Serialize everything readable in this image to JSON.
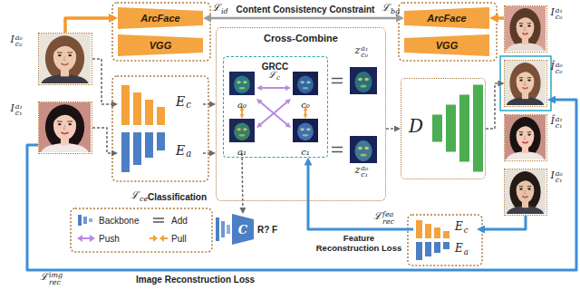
{
  "diagram": {
    "nodes": [
      {
        "text": [
          "I",
          "a₀",
          "c₀"
        ]
      },
      {
        "text": [
          "I",
          "a₁",
          "c₁"
        ]
      },
      {
        "text": [
          "ArcFace"
        ]
      },
      {
        "text": [
          "VGG"
        ]
      },
      {
        "text": [
          "E",
          "c"
        ]
      },
      {
        "text": [
          "E",
          "a"
        ]
      },
      {
        "text": [
          "Cross-Combine"
        ]
      },
      {
        "text": [
          "GRCC"
        ],
        "in": 6
      },
      {
        "text": [
          "a₀"
        ],
        "in": 7
      },
      {
        "text": [
          "c₀"
        ],
        "in": 7
      },
      {
        "text": [
          "a₁"
        ],
        "in": 7
      },
      {
        "text": [
          "c₁"
        ],
        "in": 7
      },
      {
        "text": [
          "z",
          "a₁",
          "c₀"
        ],
        "in": 6
      },
      {
        "text": [
          "z",
          "a₀",
          "c₁"
        ],
        "in": 6
      },
      {
        "text": [
          "D"
        ]
      },
      {
        "text": [
          "ArcFace"
        ]
      },
      {
        "text": [
          "VGG"
        ]
      },
      {
        "text": [
          "I",
          "a₁",
          "c₀"
        ]
      },
      {
        "text": [
          "Î",
          "a₀",
          "c₀"
        ]
      },
      {
        "text": [
          "Î",
          "a₁",
          "c₁"
        ]
      },
      {
        "text": [
          "I",
          "a₀",
          "c₁"
        ]
      },
      {
        "text": [
          "C"
        ]
      },
      {
        "text": [
          "E",
          "c"
        ]
      },
      {
        "text": [
          "E",
          "a"
        ]
      }
    ],
    "edges": [
      {
        "from": 0,
        "to": 2,
        "arrow": "to"
      },
      {
        "from": 17,
        "to": 15,
        "arrow": "to"
      },
      {
        "from": 2,
        "to": 15,
        "arrow": "both"
      },
      {
        "from": 0,
        "to": 4,
        "arrow": "to"
      },
      {
        "from": 1,
        "to": 5,
        "arrow": "to"
      },
      {
        "from": 4,
        "to": 6,
        "arrow": "to"
      },
      {
        "from": 5,
        "to": 6,
        "arrow": "to"
      },
      {
        "from": 6,
        "to": 14,
        "arrow": "to"
      },
      {
        "from": 14,
        "to": 18,
        "arrow": "to"
      },
      {
        "from": 8,
        "to": 9,
        "arrow": "both"
      },
      {
        "from": 8,
        "to": 10,
        "arrow": "both"
      },
      {
        "from": 9,
        "to": 11,
        "arrow": "both"
      },
      {
        "from": 8,
        "to": 11,
        "arrow": "both"
      },
      {
        "from": 10,
        "to": 9,
        "arrow": "both"
      },
      {
        "from": 10,
        "to": 21,
        "arrow": "to"
      },
      {
        "from": 20,
        "to": 22,
        "arrow": "to"
      },
      {
        "from": 22,
        "to": 7,
        "arrow": "to"
      },
      {
        "from": 1,
        "to": 18,
        "arrow": "to"
      }
    ],
    "labels": [
      "ℒ",
      "id",
      "Content Consistency Constraint",
      "ℒ",
      "bg",
      "ℒ",
      "c",
      "ℒ",
      "ce",
      "Classification",
      "R? F",
      "ℒ",
      "rec",
      "fea",
      "Feature Reconstruction Loss",
      "ℒ",
      "rec",
      "img",
      "Image Reconstruction Loss"
    ],
    "legend": [
      {
        "text": "Backbone"
      },
      {
        "text": "Add"
      },
      {
        "text": "Push"
      },
      {
        "text": "Pull"
      }
    ]
  }
}
